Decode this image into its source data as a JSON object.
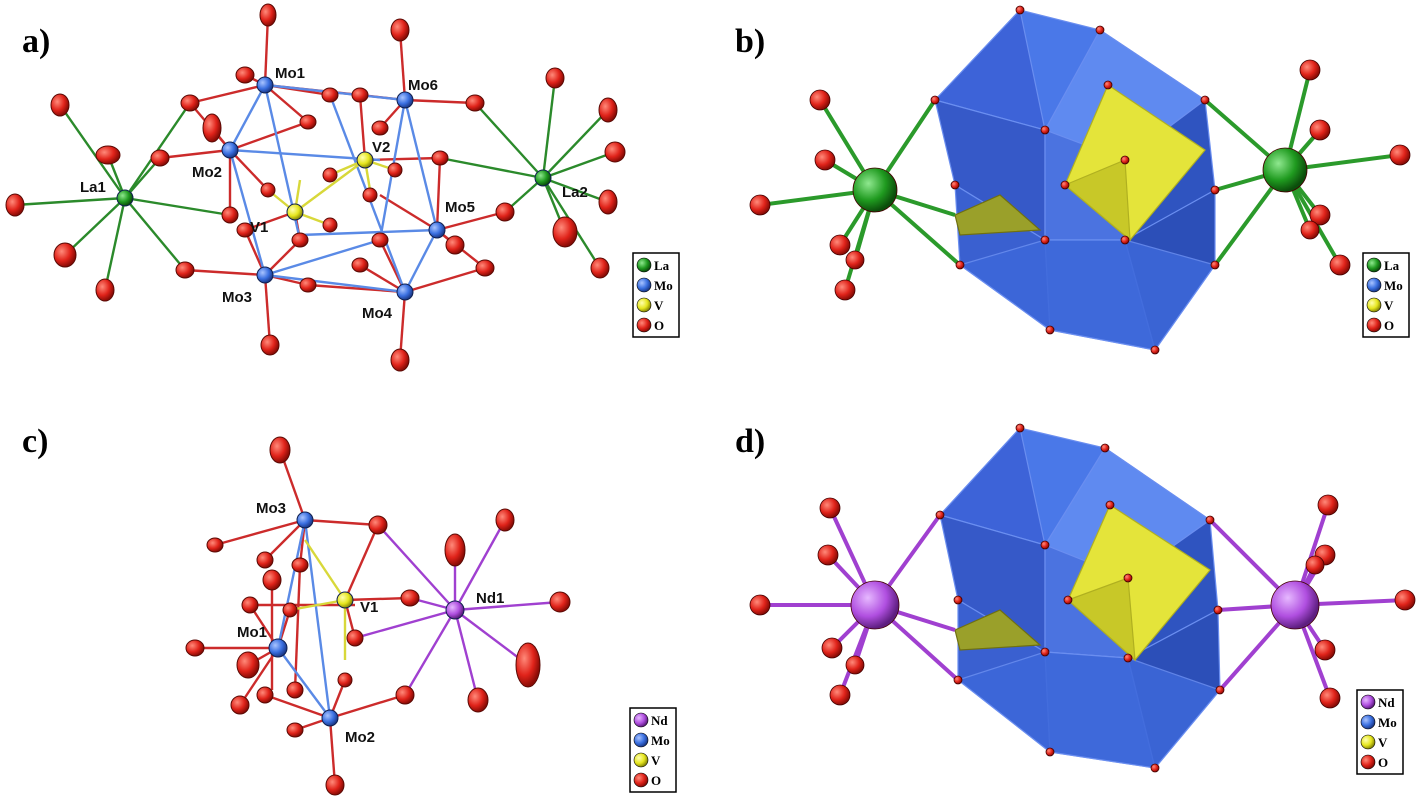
{
  "panels": [
    {
      "label": "a)"
    },
    {
      "label": "b)"
    },
    {
      "label": "c)"
    },
    {
      "label": "d)"
    }
  ],
  "atom_labels": {
    "a": [
      "Mo1",
      "Mo6",
      "Mo2",
      "V2",
      "La1",
      "La2",
      "Mo5",
      "V1",
      "Mo3",
      "Mo4"
    ],
    "c": [
      "Mo3",
      "V1",
      "Nd1",
      "Mo1",
      "Mo2"
    ]
  },
  "legends": {
    "a": [
      "La",
      "Mo",
      "V",
      "O"
    ],
    "b": [
      "La",
      "Mo",
      "V",
      "O"
    ],
    "c": [
      "Nd",
      "Mo",
      "V",
      "O"
    ],
    "d": [
      "Nd",
      "Mo",
      "V",
      "O"
    ]
  },
  "colors": {
    "oxygen": "#e0231a",
    "molybdenum": "#3a6fe0",
    "vanadium": "#e6e61e",
    "lanthanum": "#1f9a1f",
    "neodymium": "#b04fe0",
    "polyhedron_mo": "#3b6ae6",
    "polyhedron_v": "#e4e43a"
  }
}
